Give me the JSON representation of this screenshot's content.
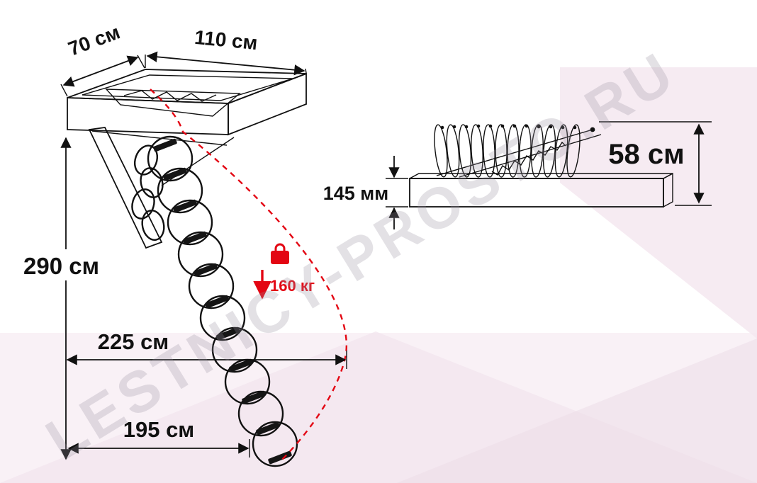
{
  "watermark": "LESTNICY-PROSTO.RU",
  "colors": {
    "accent_red": "#e30613",
    "line": "#111111",
    "background_pink": "#f6ebf3"
  },
  "open_view": {
    "hatch_depth": "70 см",
    "hatch_width": "110 см",
    "ceiling_height": "290 см",
    "swing_clearance": "225 см",
    "floor_space": "195 см",
    "max_load": "160 кг"
  },
  "folded_view": {
    "box_thickness": "145 мм",
    "folded_height": "58 см"
  }
}
